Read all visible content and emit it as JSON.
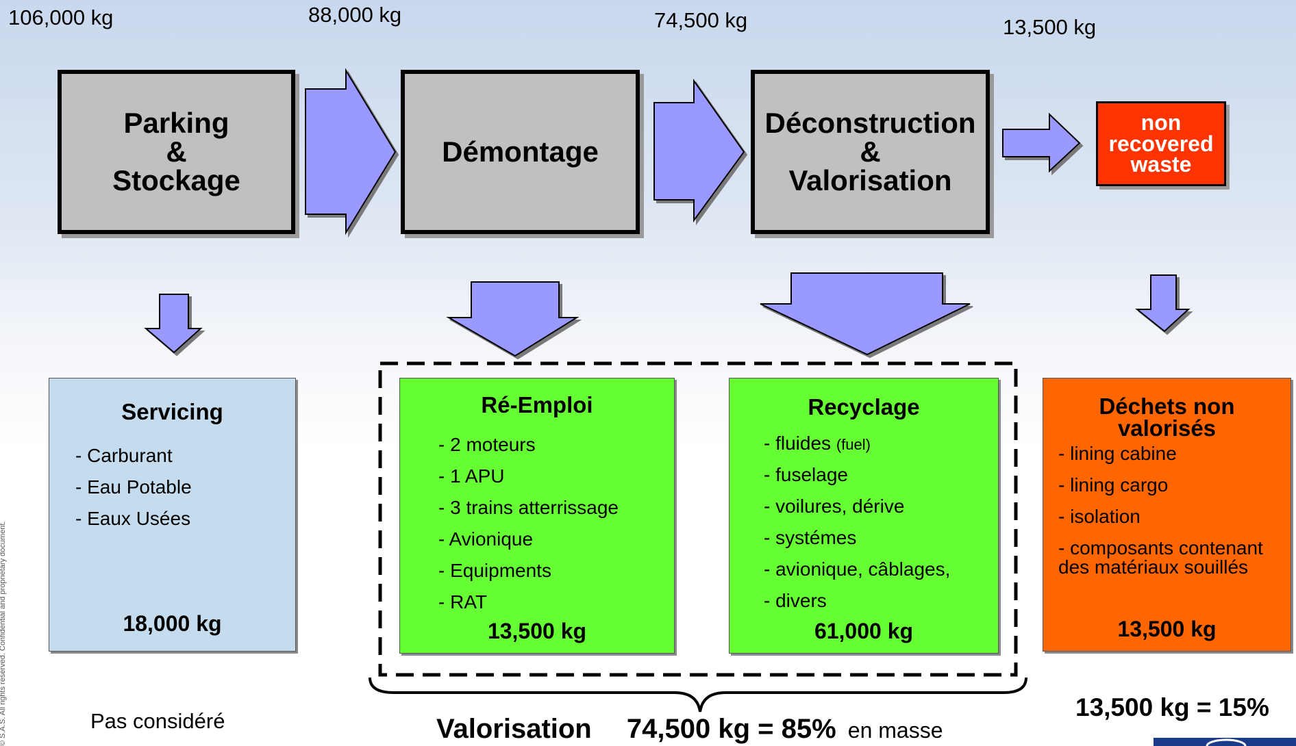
{
  "colors": {
    "stage_fill": "#c0c0c0",
    "arrow_fill": "#9999ff",
    "waste_red": "#ff3300",
    "waste_orange": "#ff6600",
    "green": "#66ff33",
    "light_blue": "#c5dcee"
  },
  "top_weights": [
    "106,000 kg",
    "88,000 kg",
    "74,500 kg",
    "13,500 kg"
  ],
  "stages": {
    "parking": [
      "Parking",
      "&",
      "Stockage"
    ],
    "demontage": "Démontage",
    "deconstruction": [
      "Déconstruction",
      "&",
      "Valorisation"
    ],
    "non_recovered": [
      "non",
      "recovered",
      "waste"
    ]
  },
  "cards": {
    "servicing": {
      "title": "Servicing",
      "items": [
        "- Carburant",
        "- Eau Potable",
        "- Eaux Usées"
      ],
      "total": "18,000 kg"
    },
    "reemploi": {
      "title": "Ré-Emploi",
      "items": [
        "- 2 moteurs",
        "- 1 APU",
        "- 3 trains atterrissage",
        "- Avionique",
        "- Equipments",
        "- RAT"
      ],
      "total": "13,500 kg"
    },
    "recyclage": {
      "title": "Recyclage",
      "item0_main": "- fluides",
      "item0_small": "(fuel)",
      "items": [
        "- fuselage",
        "- voilures, dérive",
        "- systémes",
        "- avionique, câblages,",
        "- divers"
      ],
      "total": "61,000 kg"
    },
    "dechets": {
      "title_line1": "Déchets non",
      "title_line2": "valorisés",
      "items": [
        "- lining cabine",
        "- lining cargo",
        "- isolation",
        "- composants contenant",
        "des matériaux souillés"
      ],
      "total": "13,500 kg"
    }
  },
  "footer": {
    "pas_considere": "Pas considéré",
    "valorisation_label": "Valorisation",
    "valorisation_value": "74,500 kg = 85%",
    "en_masse": "en masse",
    "waste_total": "13,500 kg = 15%",
    "copyright": "© S.A.S. All rights reserved. Confidential and proprietary document."
  }
}
